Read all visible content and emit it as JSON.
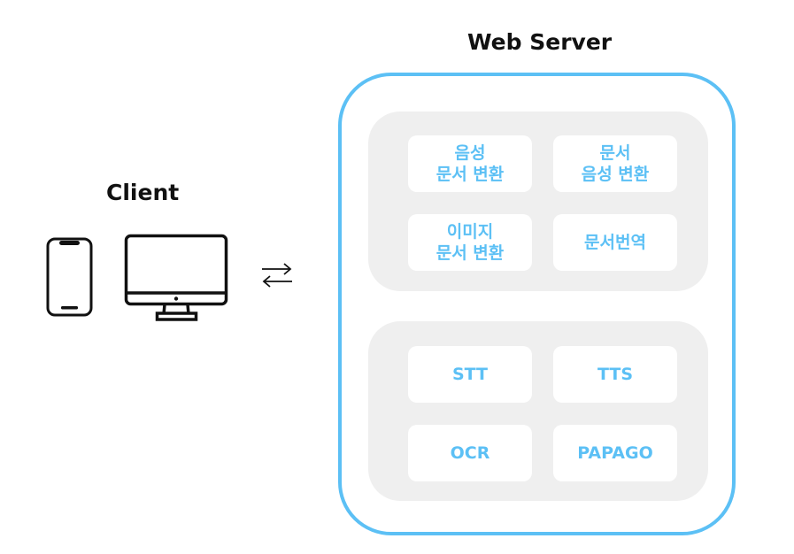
{
  "diagram": {
    "server_title": "Web Server",
    "client_title": "Client",
    "colors": {
      "accent": "#5cc0f5",
      "panel": "#efefef",
      "ink": "#111111"
    },
    "icons": [
      "phone-icon",
      "monitor-icon",
      "bidirectional-arrows-icon"
    ],
    "doc_services": [
      {
        "line1": "음성",
        "line2": "문서 변환"
      },
      {
        "line1": "문서",
        "line2": "음성 변환"
      },
      {
        "line1": "이미지",
        "line2": "문서 변환"
      },
      {
        "line1": "문서번역",
        "line2": ""
      }
    ],
    "engines": [
      "STT",
      "TTS",
      "OCR",
      "PAPAGO"
    ]
  }
}
